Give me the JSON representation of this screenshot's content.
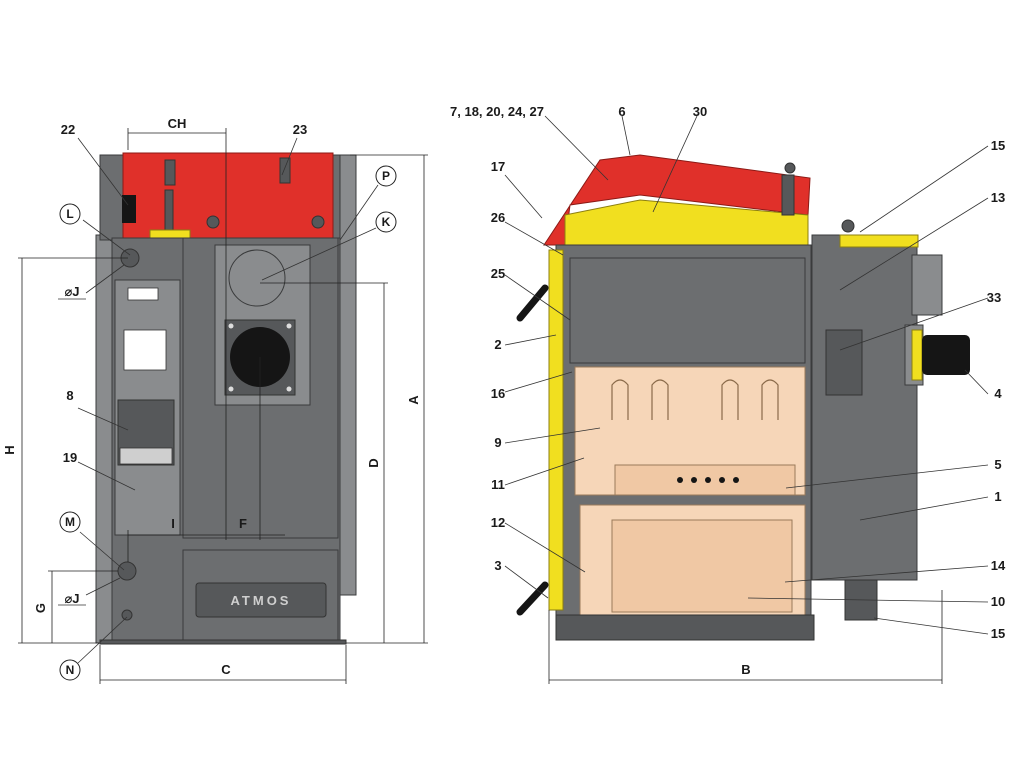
{
  "front_view": {
    "callouts": {
      "c22": "22",
      "c23": "23",
      "c8": "8",
      "c19": "19"
    },
    "circled": {
      "L": "L",
      "P": "P",
      "K": "K",
      "M": "M",
      "N": "N"
    },
    "dimensions": {
      "ch": "CH",
      "h": "H",
      "a": "A",
      "d": "D",
      "g": "G",
      "i": "I",
      "f": "F",
      "c": "C",
      "oj_top": "⌀J",
      "oj_bottom": "⌀J"
    },
    "brand": "ATMOS"
  },
  "side_view": {
    "callouts": {
      "c7_27": "7, 18, 20, 24, 27",
      "c6": "6",
      "c30": "30",
      "c17": "17",
      "c26": "26",
      "c25": "25",
      "c2": "2",
      "c16": "16",
      "c9": "9",
      "c11": "11",
      "c12": "12",
      "c3": "3",
      "c15a": "15",
      "c13": "13",
      "c33": "33",
      "c4": "4",
      "c5": "5",
      "c1": "1",
      "c14": "14",
      "c10": "10",
      "c15b": "15"
    },
    "dimensions": {
      "b": "B"
    }
  }
}
